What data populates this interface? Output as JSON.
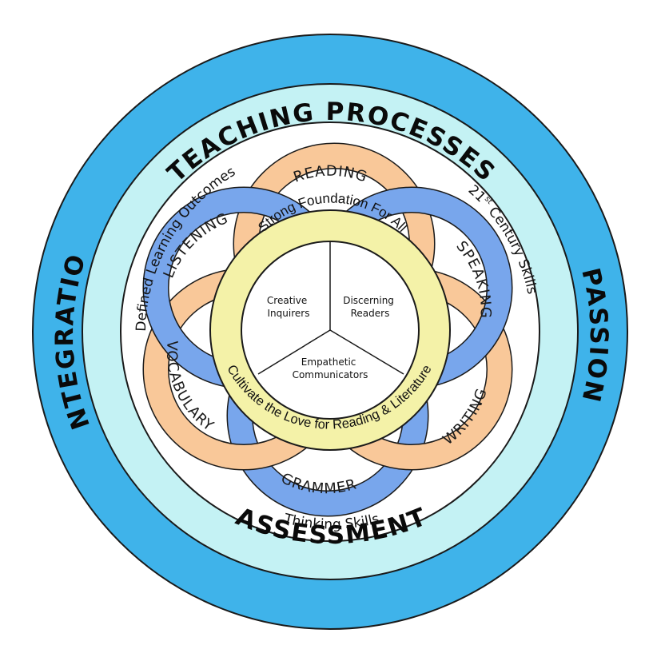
{
  "outer_ring": {
    "top": "TEACHING PROCESSES",
    "left": "INTEGRATION",
    "right": "PASSION",
    "bottom": "ASSESSMENT"
  },
  "middle_ring": {
    "left": "Defined Learning Outcomes",
    "right_prefix": "21",
    "right_superscript": "st",
    "right_suffix": " Century Skills",
    "bottom": "Thinking Skills"
  },
  "petals": {
    "reading": "READING",
    "speaking": "SPEAKING",
    "writing": "WRITING",
    "grammer": "GRAMMER",
    "vocabulary": "VOCABULARY",
    "listening": "LISTENING"
  },
  "core_ring": {
    "top": "Strong Foundation For All",
    "bottom": "Cultivate the Love for Reading & Literature"
  },
  "center": {
    "left_line1": "Creative",
    "left_line2": "Inquirers",
    "right_line1": "Discerning",
    "right_line2": "Readers",
    "bottom_line1": "Empathetic",
    "bottom_line2": "Communicators"
  },
  "colors": {
    "outer_ring": "#3fb3ea",
    "middle_ring": "#c4f2f4",
    "orange_petal": "#f9c899",
    "blue_petal": "#78a6ec",
    "core_ring": "#f4f2a8",
    "outline": "#1a1a1a"
  }
}
